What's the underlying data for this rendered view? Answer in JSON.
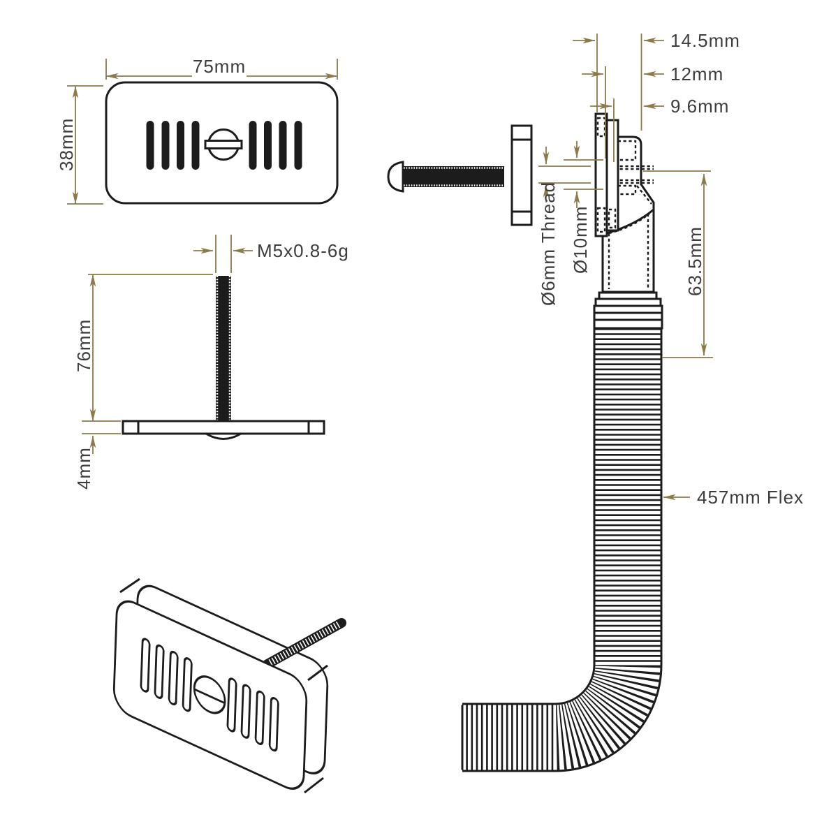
{
  "drawing": {
    "faceplate_front": {
      "width": "75mm",
      "height": "38mm"
    },
    "faceplate_side": {
      "thread_spec": "M5x0.8-6g",
      "stud_length": "76mm",
      "plate_thickness": "4mm"
    },
    "overflow_assembly": {
      "overall_depth": "14.5mm",
      "plate_depth": "12mm",
      "body_depth": "9.6mm",
      "thread_diameter": "Ø6mm Thread",
      "boss_diameter": "Ø10mm",
      "tail_length": "63.5mm",
      "hose_length": "457mm Flex"
    }
  },
  "colors": {
    "ink": "#1c1c1c",
    "dimension_line": "#8b7b4a",
    "label_text": "#3d3d3d",
    "background": "#ffffff"
  }
}
